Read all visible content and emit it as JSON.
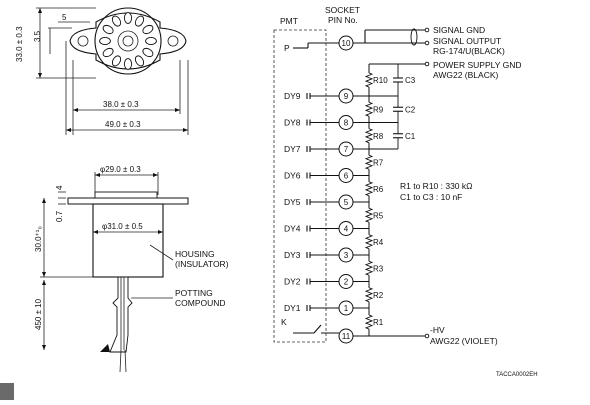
{
  "dimensions": {
    "d5": "5",
    "d35": "3.5",
    "d33": "33.0 ± 0.3",
    "d38": "38.0 ± 0.3",
    "d49": "49.0 ± 0.3",
    "d29": "φ29.0 ± 0.3",
    "d31": "φ31.0 ± 0.5",
    "d4": "4",
    "d07": "0.7",
    "d30": "30.0⁺¹₀",
    "d450": "450 ± 10"
  },
  "callouts": {
    "housing_1": "HOUSING",
    "housing_2": "(INSULATOR)",
    "potting_1": "POTTING",
    "potting_2": "COMPOUND"
  },
  "schematic": {
    "pmt": "PMT",
    "socket_1": "SOCKET",
    "socket_2": "PIN No.",
    "p_label": "P",
    "k_label": "K",
    "pin_p": "10",
    "pin_k": "11",
    "dynodes": [
      {
        "name": "DY9",
        "pin": "9"
      },
      {
        "name": "DY8",
        "pin": "8"
      },
      {
        "name": "DY7",
        "pin": "7"
      },
      {
        "name": "DY6",
        "pin": "6"
      },
      {
        "name": "DY5",
        "pin": "5"
      },
      {
        "name": "DY4",
        "pin": "4"
      },
      {
        "name": "DY3",
        "pin": "3"
      },
      {
        "name": "DY2",
        "pin": "2"
      },
      {
        "name": "DY1",
        "pin": "1"
      }
    ],
    "resistors": [
      "R10",
      "R9",
      "R8",
      "R7",
      "R6",
      "R5",
      "R4",
      "R3",
      "R2",
      "R1"
    ],
    "capacitors": [
      "C3",
      "C2",
      "C1"
    ],
    "signal_gnd": "SIGNAL GND",
    "signal_out_1": "SIGNAL OUTPUT",
    "signal_out_2": "RG-174/U(BLACK)",
    "power_gnd_1": "POWER SUPPLY GND",
    "power_gnd_2": "AWG22 (BLACK)",
    "hv_1": "-HV",
    "hv_2": "AWG22 (VIOLET)",
    "spec_r": "R1 to R10 : 330 kΩ",
    "spec_c": "C1 to C3  : 10 nF"
  },
  "figure_code": "TACCA0002EH"
}
